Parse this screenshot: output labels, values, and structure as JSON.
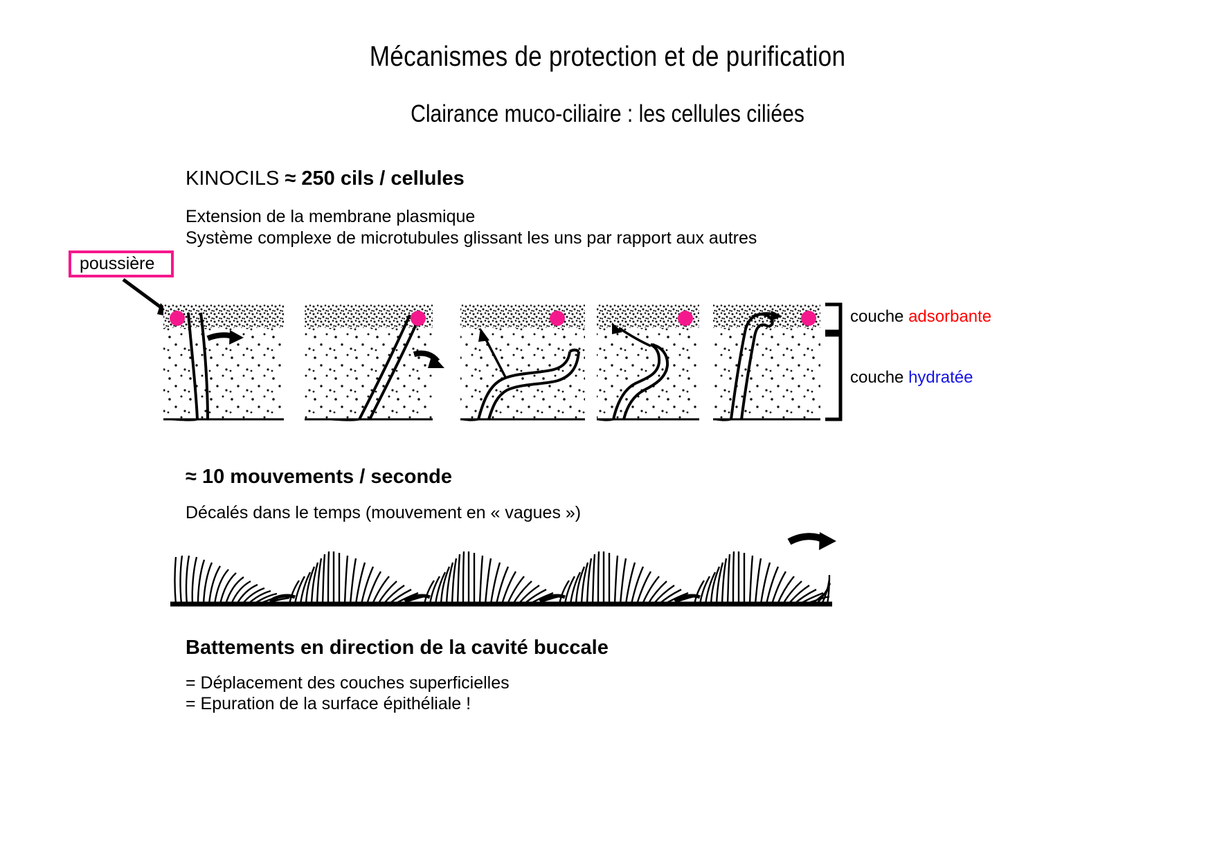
{
  "slide": {
    "title": "Mécanismes de protection et de purification",
    "subtitle": "Clairance muco-ciliaire : les cellules ciliées"
  },
  "section_kinocils": {
    "heading_plain": "KINOCILS ",
    "heading_bold": "≈ 250 cils / cellules",
    "line1": "Extension de la membrane plasmique",
    "line2": "Système complexe de microtubules glissant les uns par rapport aux autres"
  },
  "dust_callout": {
    "label": "poussière",
    "border_color": "#F5188C",
    "dot_color": "#F5188C"
  },
  "legend": {
    "row1_prefix": "couche ",
    "row1_term": "adsorbante",
    "row1_color": "#FF0000",
    "row2_prefix": "couche ",
    "row2_term": "hydratée",
    "row2_color": "#1414E6"
  },
  "section_movement": {
    "heading": "≈ 10 mouvements / seconde",
    "line1": "Décalés dans le temps (mouvement en « vagues »)"
  },
  "section_beating": {
    "heading": "Battements en direction de la cavité buccale",
    "line1": "= Déplacement des couches superficielles",
    "line2": "= Epuration de la surface épithéliale !"
  },
  "diagram": {
    "panel_count": 5,
    "dust_particles": 5,
    "arrow_count": 4,
    "wave_arrow": "motion-arrow-right"
  }
}
